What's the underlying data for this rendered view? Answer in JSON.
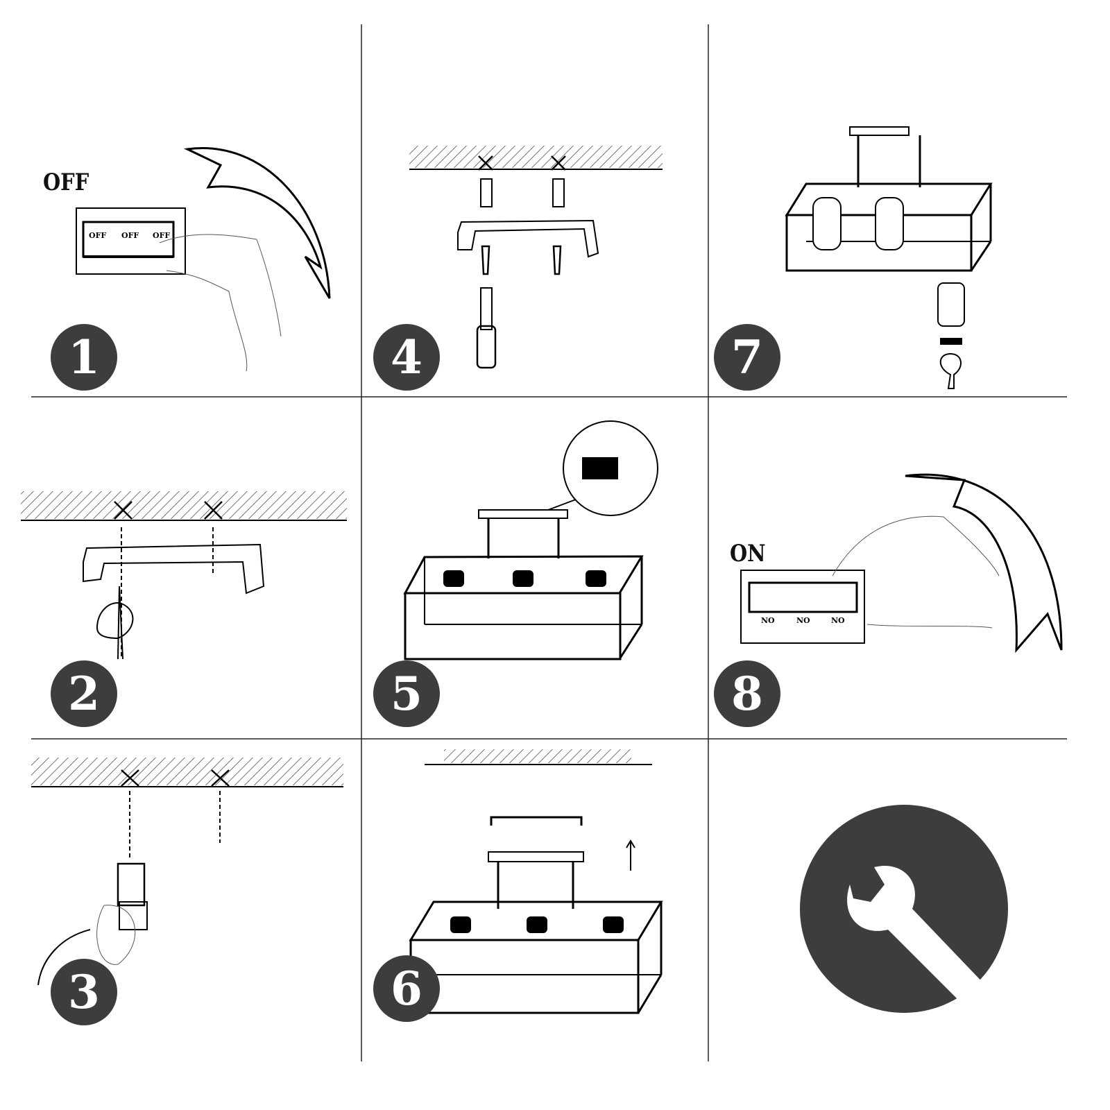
{
  "steps": [
    {
      "number": "1",
      "label": "OFF",
      "switch_labels": [
        "OFF",
        "OFF",
        "OFF"
      ]
    },
    {
      "number": "2"
    },
    {
      "number": "3"
    },
    {
      "number": "4"
    },
    {
      "number": "5"
    },
    {
      "number": "6"
    },
    {
      "number": "7"
    },
    {
      "number": "8",
      "label": "ON",
      "switch_labels": [
        "NO",
        "NO",
        "NO"
      ]
    }
  ],
  "colors": {
    "badge": "#3d3d40",
    "line": "#000000"
  }
}
